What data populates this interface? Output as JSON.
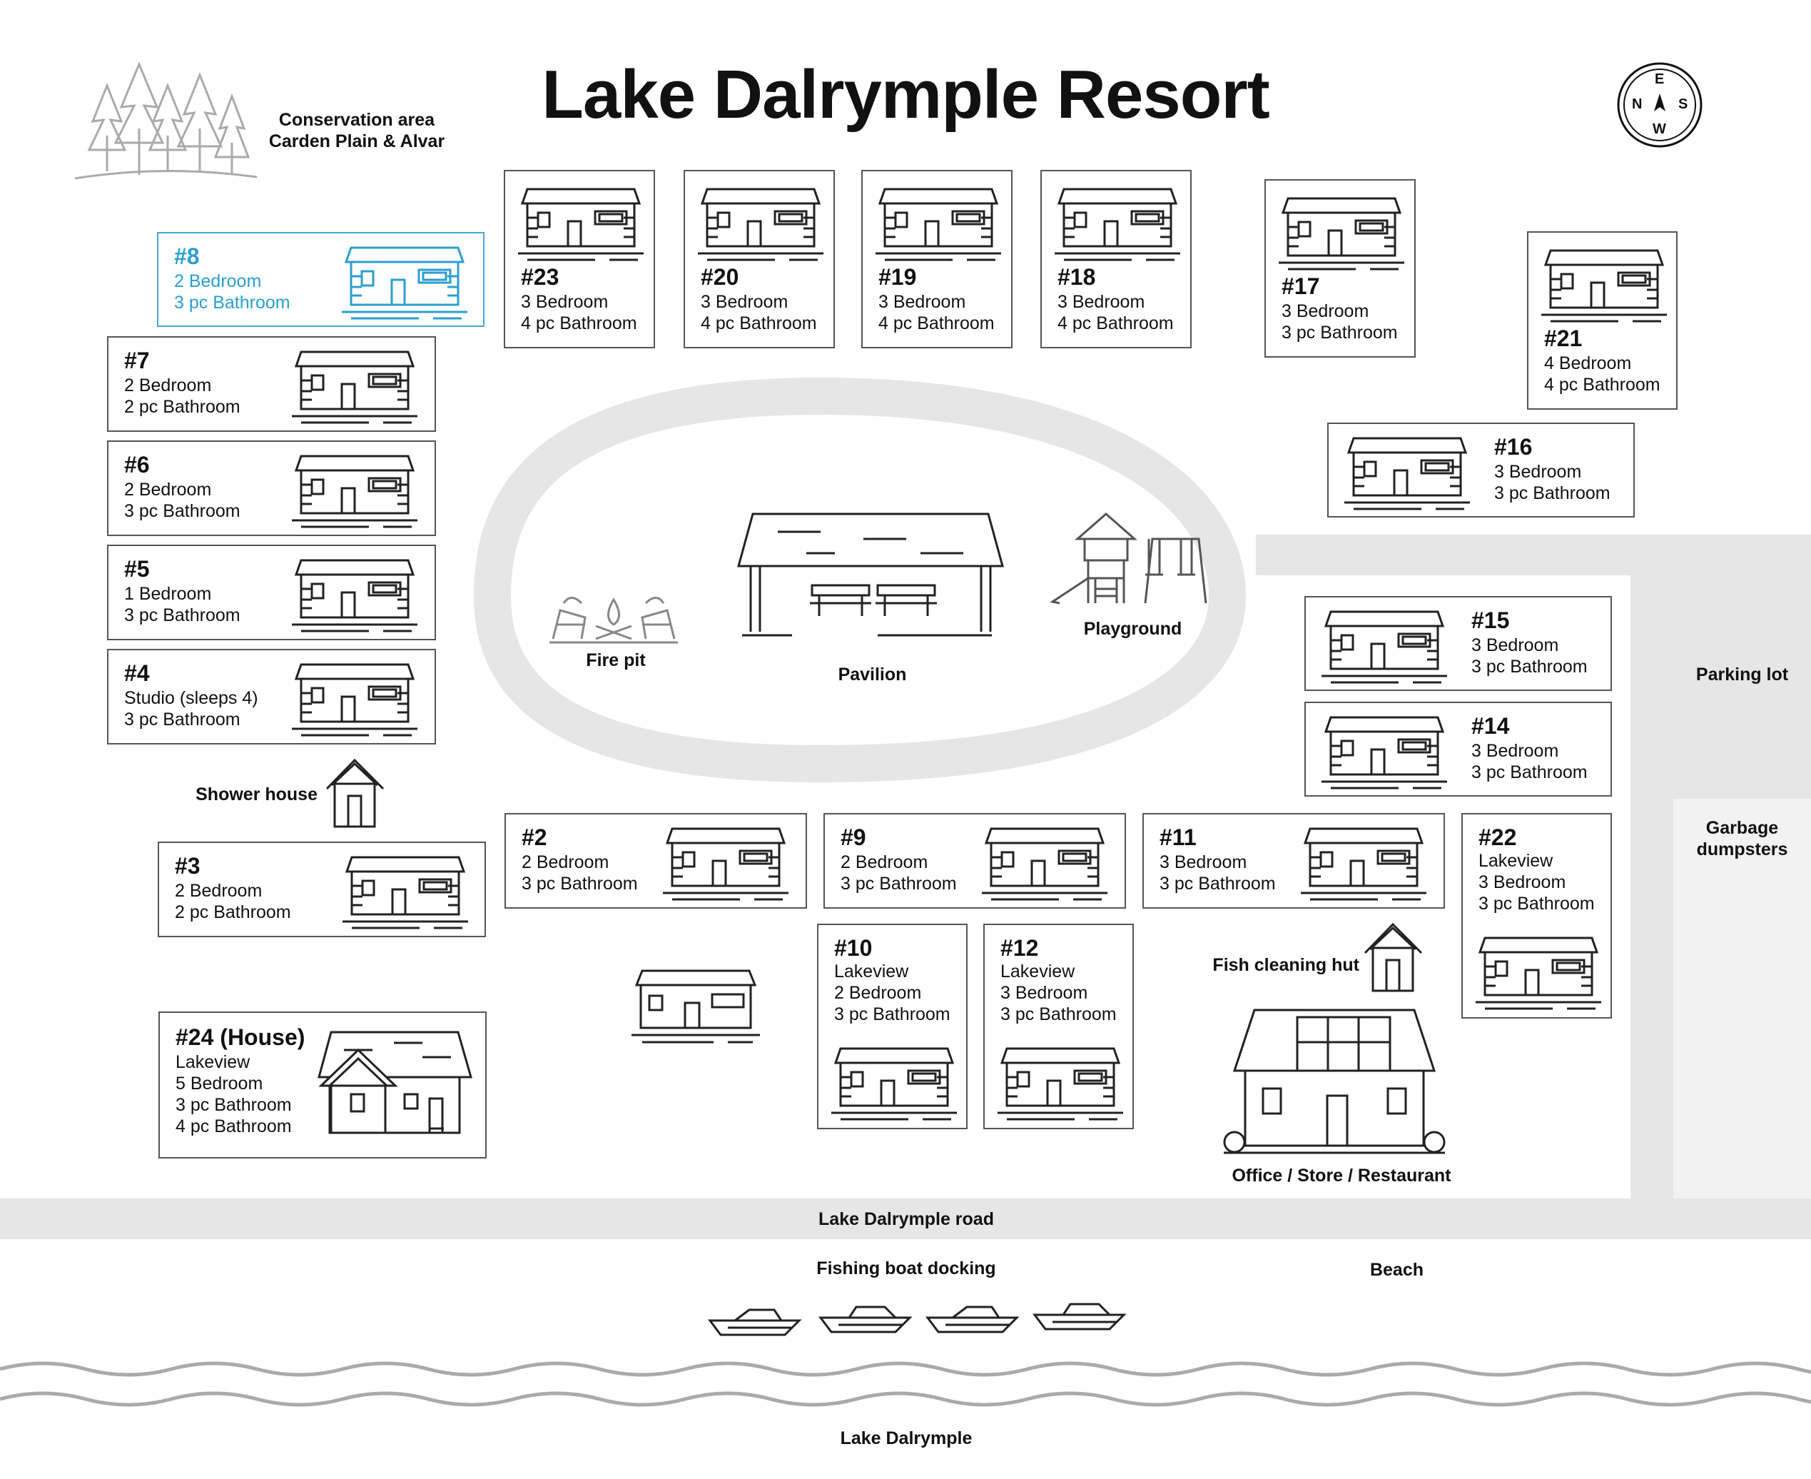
{
  "title": "Lake Dalrymple Resort",
  "colors": {
    "road": "#e6e6e6",
    "highlight": "#2b9fcf",
    "line": "#333333",
    "water": "#aaaaaa"
  },
  "compass": {
    "north": "N",
    "east": "E",
    "south": "S",
    "west": "W"
  },
  "conservation": {
    "line1": "Conservation area",
    "line2": "Carden Plain & Alvar"
  },
  "cabins": [
    {
      "id": "c8",
      "num": "#8",
      "lines": [
        "2 Bedroom",
        "3 pc Bathroom"
      ],
      "highlight": true
    },
    {
      "id": "c7",
      "num": "#7",
      "lines": [
        "2 Bedroom",
        "2 pc Bathroom"
      ]
    },
    {
      "id": "c6",
      "num": "#6",
      "lines": [
        "2 Bedroom",
        "3 pc Bathroom"
      ]
    },
    {
      "id": "c5",
      "num": "#5",
      "lines": [
        "1 Bedroom",
        "3 pc Bathroom"
      ]
    },
    {
      "id": "c4",
      "num": "#4",
      "lines": [
        "Studio (sleeps 4)",
        "3 pc Bathroom"
      ]
    },
    {
      "id": "c3",
      "num": "#3",
      "lines": [
        "2 Bedroom",
        "2 pc Bathroom"
      ]
    },
    {
      "id": "c24",
      "num": "#24 (House)",
      "lines": [
        "Lakeview",
        "5 Bedroom",
        "3 pc Bathroom",
        "4 pc Bathroom"
      ]
    },
    {
      "id": "c23",
      "num": "#23",
      "lines": [
        "3 Bedroom",
        "4 pc Bathroom"
      ]
    },
    {
      "id": "c20",
      "num": "#20",
      "lines": [
        "3 Bedroom",
        "4 pc Bathroom"
      ]
    },
    {
      "id": "c19",
      "num": "#19",
      "lines": [
        "3 Bedroom",
        "4 pc Bathroom"
      ]
    },
    {
      "id": "c18",
      "num": "#18",
      "lines": [
        "3 Bedroom",
        "4 pc Bathroom"
      ]
    },
    {
      "id": "c17",
      "num": "#17",
      "lines": [
        "3 Bedroom",
        "3 pc Bathroom"
      ]
    },
    {
      "id": "c21",
      "num": "#21",
      "lines": [
        "4 Bedroom",
        "4 pc Bathroom"
      ]
    },
    {
      "id": "c16",
      "num": "#16",
      "lines": [
        "3 Bedroom",
        "3 pc Bathroom"
      ]
    },
    {
      "id": "c15",
      "num": "#15",
      "lines": [
        "3 Bedroom",
        "3 pc Bathroom"
      ]
    },
    {
      "id": "c14",
      "num": "#14",
      "lines": [
        "3 Bedroom",
        "3 pc Bathroom"
      ]
    },
    {
      "id": "c2",
      "num": "#2",
      "lines": [
        "2 Bedroom",
        "3 pc Bathroom"
      ]
    },
    {
      "id": "c9",
      "num": "#9",
      "lines": [
        "2 Bedroom",
        "3 pc Bathroom"
      ]
    },
    {
      "id": "c11",
      "num": "#11",
      "lines": [
        "3 Bedroom",
        "3 pc Bathroom"
      ]
    },
    {
      "id": "c22",
      "num": "#22",
      "lines": [
        "Lakeview",
        "3 Bedroom",
        "3 pc Bathroom"
      ]
    },
    {
      "id": "c10",
      "num": "#10",
      "lines": [
        "Lakeview",
        "2 Bedroom",
        "3 pc Bathroom"
      ]
    },
    {
      "id": "c12",
      "num": "#12",
      "lines": [
        "Lakeview",
        "3 Bedroom",
        "3 pc Bathroom"
      ]
    }
  ],
  "labels": {
    "fire_pit": "Fire pit",
    "pavilion": "Pavilion",
    "playground": "Playground",
    "parking_lot": "Parking lot",
    "garbage_line1": "Garbage",
    "garbage_line2": "dumpsters",
    "shower_house": "Shower house",
    "fish_cleaning_hut": "Fish cleaning hut",
    "office": "Office / Store / Restaurant",
    "road": "Lake Dalrymple road",
    "boat_docking": "Fishing boat docking",
    "beach": "Beach",
    "lake": "Lake Dalrymple"
  }
}
